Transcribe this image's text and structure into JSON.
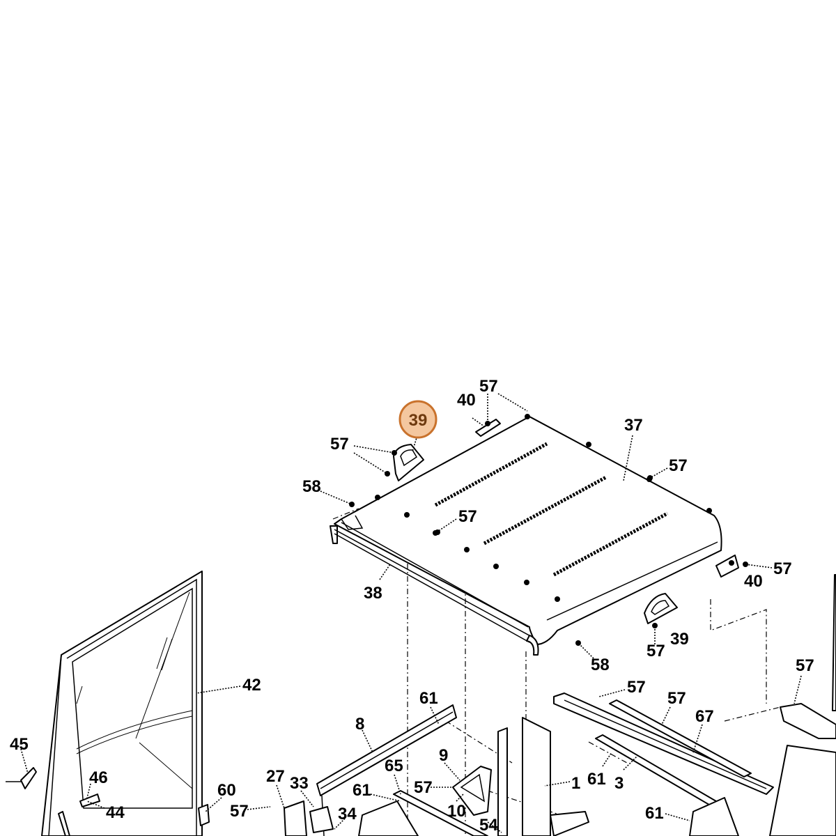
{
  "diagram": {
    "highlight": {
      "label": "39",
      "color": "#f4c79f",
      "border": "#c9722c"
    },
    "callouts": [
      {
        "id": "c57-a",
        "label": "57"
      },
      {
        "id": "c40-a",
        "label": "40"
      },
      {
        "id": "c37",
        "label": "37"
      },
      {
        "id": "c57-b",
        "label": "57"
      },
      {
        "id": "c57-c",
        "label": "57"
      },
      {
        "id": "c58-a",
        "label": "58"
      },
      {
        "id": "c57-d",
        "label": "57"
      },
      {
        "id": "c38",
        "label": "38"
      },
      {
        "id": "c57-e",
        "label": "57"
      },
      {
        "id": "c40-b",
        "label": "40"
      },
      {
        "id": "c39-b",
        "label": "39"
      },
      {
        "id": "c57-f",
        "label": "57"
      },
      {
        "id": "c58-b",
        "label": "58"
      },
      {
        "id": "c42",
        "label": "42"
      },
      {
        "id": "c57-g",
        "label": "57"
      },
      {
        "id": "c57-h",
        "label": "57"
      },
      {
        "id": "c57-i",
        "label": "57"
      },
      {
        "id": "c67",
        "label": "67"
      },
      {
        "id": "c61-a",
        "label": "61"
      },
      {
        "id": "c8",
        "label": "8"
      },
      {
        "id": "c9",
        "label": "9"
      },
      {
        "id": "c65",
        "label": "65"
      },
      {
        "id": "c1",
        "label": "1"
      },
      {
        "id": "c61-b",
        "label": "61"
      },
      {
        "id": "c3",
        "label": "3"
      },
      {
        "id": "c45",
        "label": "45"
      },
      {
        "id": "c46",
        "label": "46"
      },
      {
        "id": "c44",
        "label": "44"
      },
      {
        "id": "c27",
        "label": "27"
      },
      {
        "id": "c33",
        "label": "33"
      },
      {
        "id": "c60",
        "label": "60"
      },
      {
        "id": "c61-c",
        "label": "61"
      },
      {
        "id": "c57-j",
        "label": "57"
      },
      {
        "id": "c10",
        "label": "10"
      },
      {
        "id": "c57-k",
        "label": "57"
      },
      {
        "id": "c34",
        "label": "34"
      },
      {
        "id": "c54",
        "label": "54"
      },
      {
        "id": "c61-d",
        "label": "61"
      }
    ]
  }
}
